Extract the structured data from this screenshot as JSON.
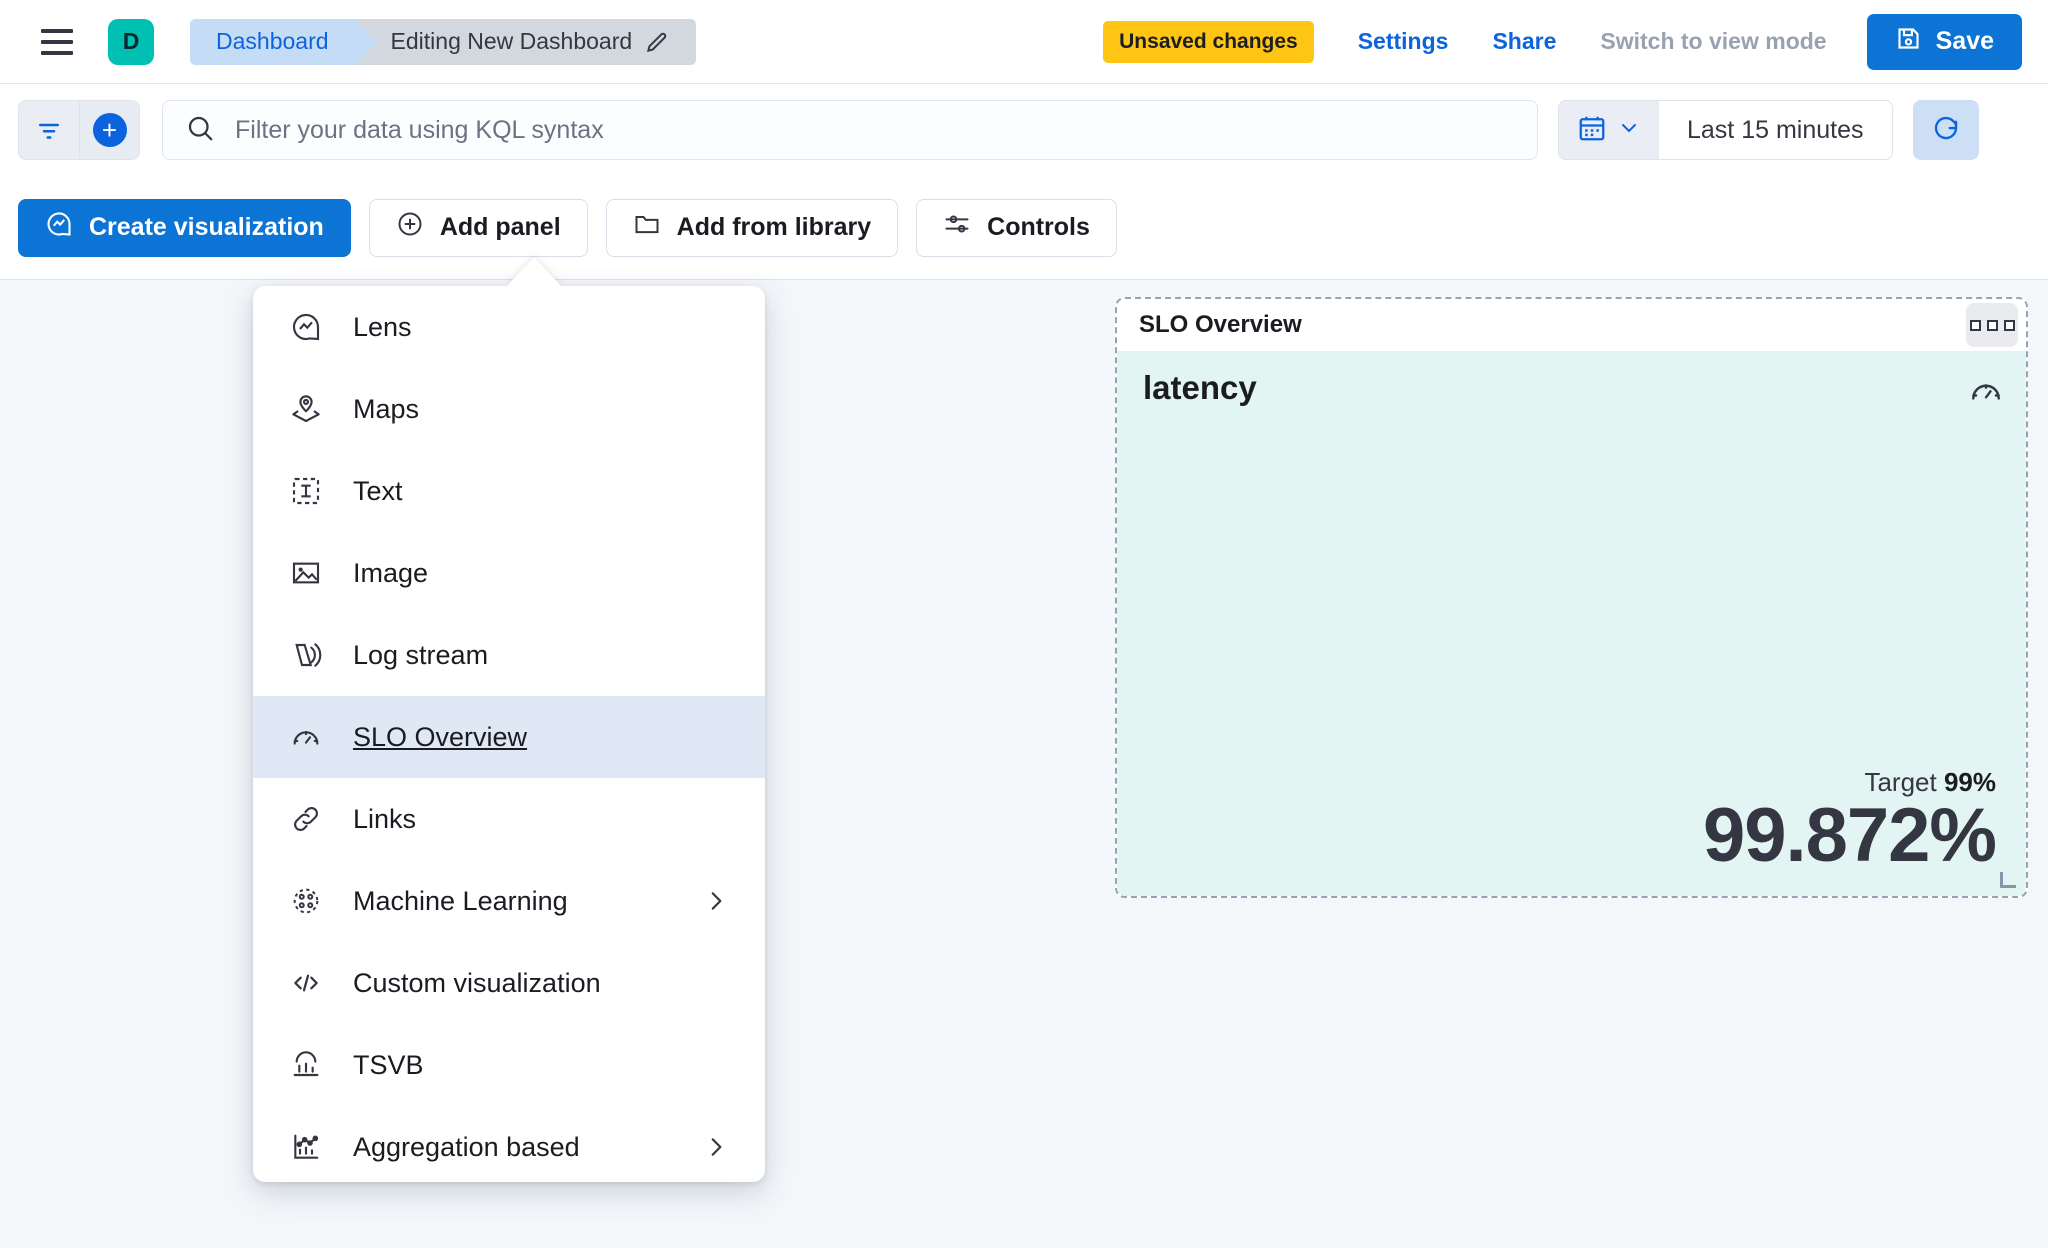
{
  "header": {
    "menu_icon": "hamburger-icon",
    "space_initial": "D",
    "breadcrumb_root": "Dashboard",
    "breadcrumb_current": "Editing New Dashboard",
    "edit_icon": "pencil-icon",
    "unsaved_badge": "Unsaved changes",
    "settings_label": "Settings",
    "share_label": "Share",
    "view_mode_label": "Switch to view mode",
    "save_label": "Save",
    "save_icon": "save-disk-icon",
    "accent_color": "#0b74d4",
    "warning_color": "#fec514",
    "space_color": "#00bfb3"
  },
  "query_bar": {
    "filter_icon": "filter-icon",
    "add_filter_icon": "plus-circle-icon",
    "search_icon": "search-icon",
    "search_placeholder": "Filter your data using KQL syntax",
    "search_value": "",
    "calendar_icon": "calendar-icon",
    "chevron_icon": "chevron-down-icon",
    "time_range": "Last 15 minutes",
    "refresh_icon": "refresh-icon"
  },
  "toolbar": {
    "create_visualization": "Create visualization",
    "create_visualization_icon": "lens-icon",
    "add_panel": "Add panel",
    "add_panel_icon": "plus-circle-outline-icon",
    "add_from_library": "Add from library",
    "add_from_library_icon": "folder-icon",
    "controls": "Controls",
    "controls_icon": "sliders-icon"
  },
  "add_panel_menu": {
    "items": [
      {
        "label": "Lens",
        "icon": "lens-icon",
        "selected": false,
        "has_submenu": false
      },
      {
        "label": "Maps",
        "icon": "map-pin-layers-icon",
        "selected": false,
        "has_submenu": false
      },
      {
        "label": "Text",
        "icon": "text-box-icon",
        "selected": false,
        "has_submenu": false
      },
      {
        "label": "Image",
        "icon": "image-icon",
        "selected": false,
        "has_submenu": false
      },
      {
        "label": "Log stream",
        "icon": "log-stream-icon",
        "selected": false,
        "has_submenu": false
      },
      {
        "label": "SLO Overview",
        "icon": "gauge-icon",
        "selected": true,
        "has_submenu": false
      },
      {
        "label": "Links",
        "icon": "link-icon",
        "selected": false,
        "has_submenu": false
      },
      {
        "label": "Machine Learning",
        "icon": "machine-learning-icon",
        "selected": false,
        "has_submenu": true
      },
      {
        "label": "Custom visualization",
        "icon": "code-icon",
        "selected": false,
        "has_submenu": false
      },
      {
        "label": "TSVB",
        "icon": "tsvb-chart-icon",
        "selected": false,
        "has_submenu": false
      },
      {
        "label": "Aggregation based",
        "icon": "aggregation-chart-icon",
        "selected": false,
        "has_submenu": true
      }
    ]
  },
  "slo_panel": {
    "panel_title": "SLO Overview",
    "context_menu_icon": "grip-dots-icon",
    "slo_name": "latency",
    "type_icon": "gauge-icon",
    "target_label": "Target",
    "target_value": "99%",
    "sli_value": "99.872%",
    "panel_background": "#e3f5f2"
  }
}
